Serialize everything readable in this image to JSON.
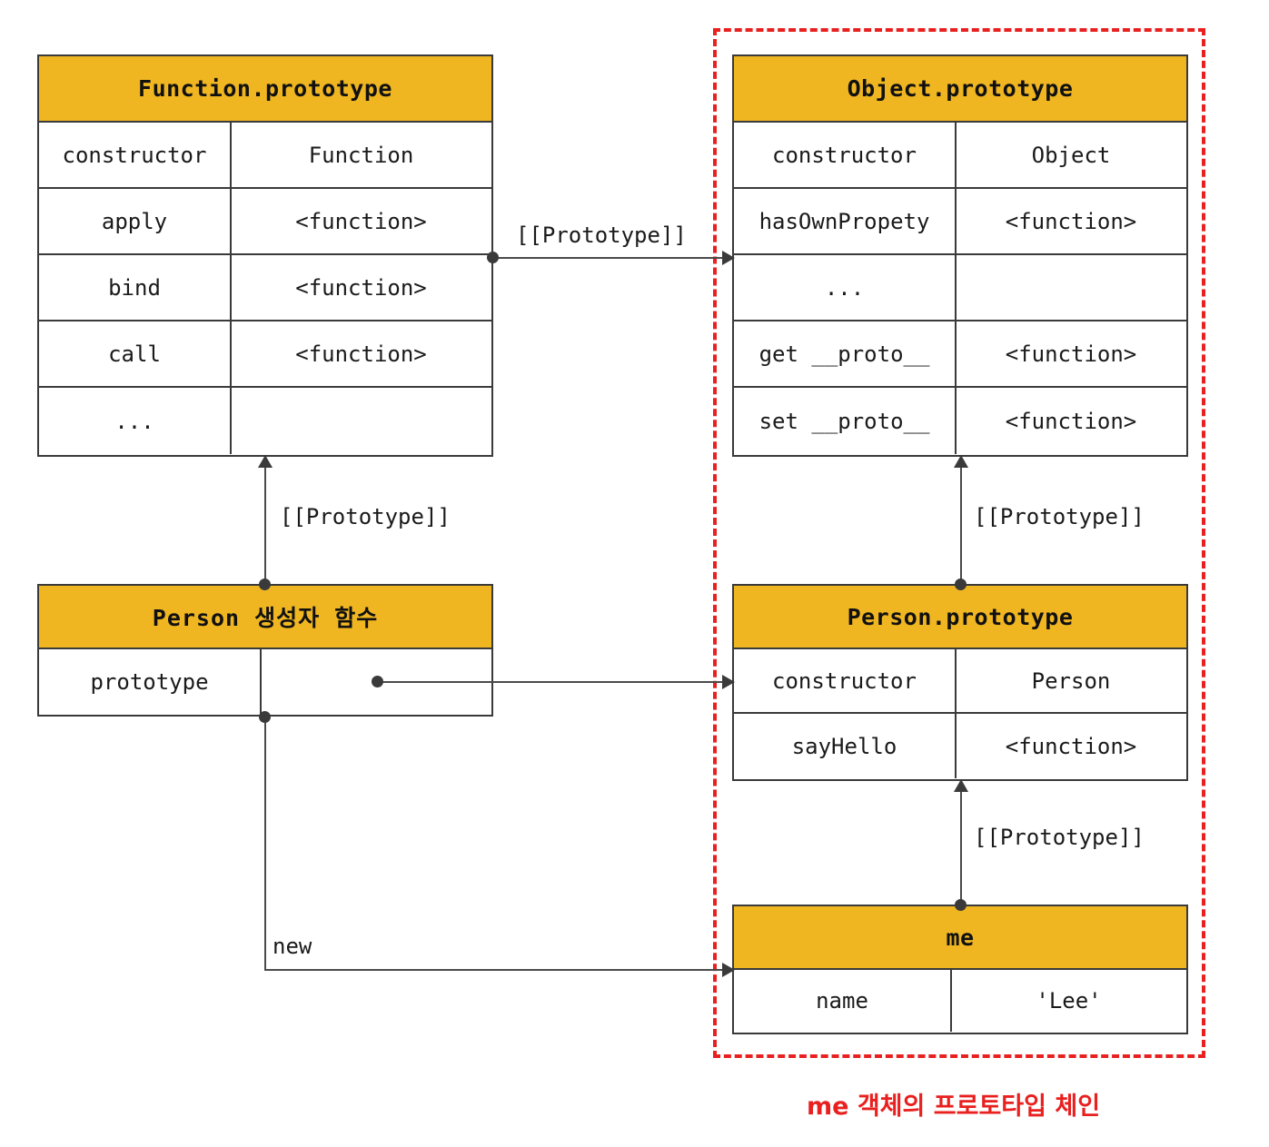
{
  "diagram": {
    "title": "me 객체의 프로토타입 체인",
    "accent_yellow": "#F0B622",
    "accent_red": "#e8201f",
    "line_color": "#3a3a3a"
  },
  "boxes": {
    "function_prototype": {
      "title": "Function.prototype",
      "rows": [
        {
          "key": "constructor",
          "value": "Function"
        },
        {
          "key": "apply",
          "value": "<function>"
        },
        {
          "key": "bind",
          "value": "<function>"
        },
        {
          "key": "call",
          "value": "<function>"
        },
        {
          "key": "...",
          "value": ""
        }
      ]
    },
    "object_prototype": {
      "title": "Object.prototype",
      "rows": [
        {
          "key": "constructor",
          "value": "Object"
        },
        {
          "key": "hasOwnPropety",
          "value": "<function>"
        },
        {
          "key": "...",
          "value": ""
        },
        {
          "key": "get __proto__",
          "value": "<function>"
        },
        {
          "key": "set __proto__",
          "value": "<function>"
        }
      ]
    },
    "person_constructor": {
      "title": "Person 생성자 함수",
      "rows": [
        {
          "key": "prototype",
          "value": ""
        }
      ]
    },
    "person_prototype": {
      "title": "Person.prototype",
      "rows": [
        {
          "key": "constructor",
          "value": "Person"
        },
        {
          "key": "sayHello",
          "value": "<function>"
        }
      ]
    },
    "me_object": {
      "title": "me",
      "rows": [
        {
          "key": "name",
          "value": "'Lee'"
        }
      ]
    }
  },
  "edges": {
    "fn_proto_to_obj_proto": "[[Prototype]]",
    "person_to_fn_proto": "[[Prototype]]",
    "person_proto_to_obj_proto": "[[Prototype]]",
    "me_to_person_proto": "[[Prototype]]",
    "person_new_me": "new"
  }
}
